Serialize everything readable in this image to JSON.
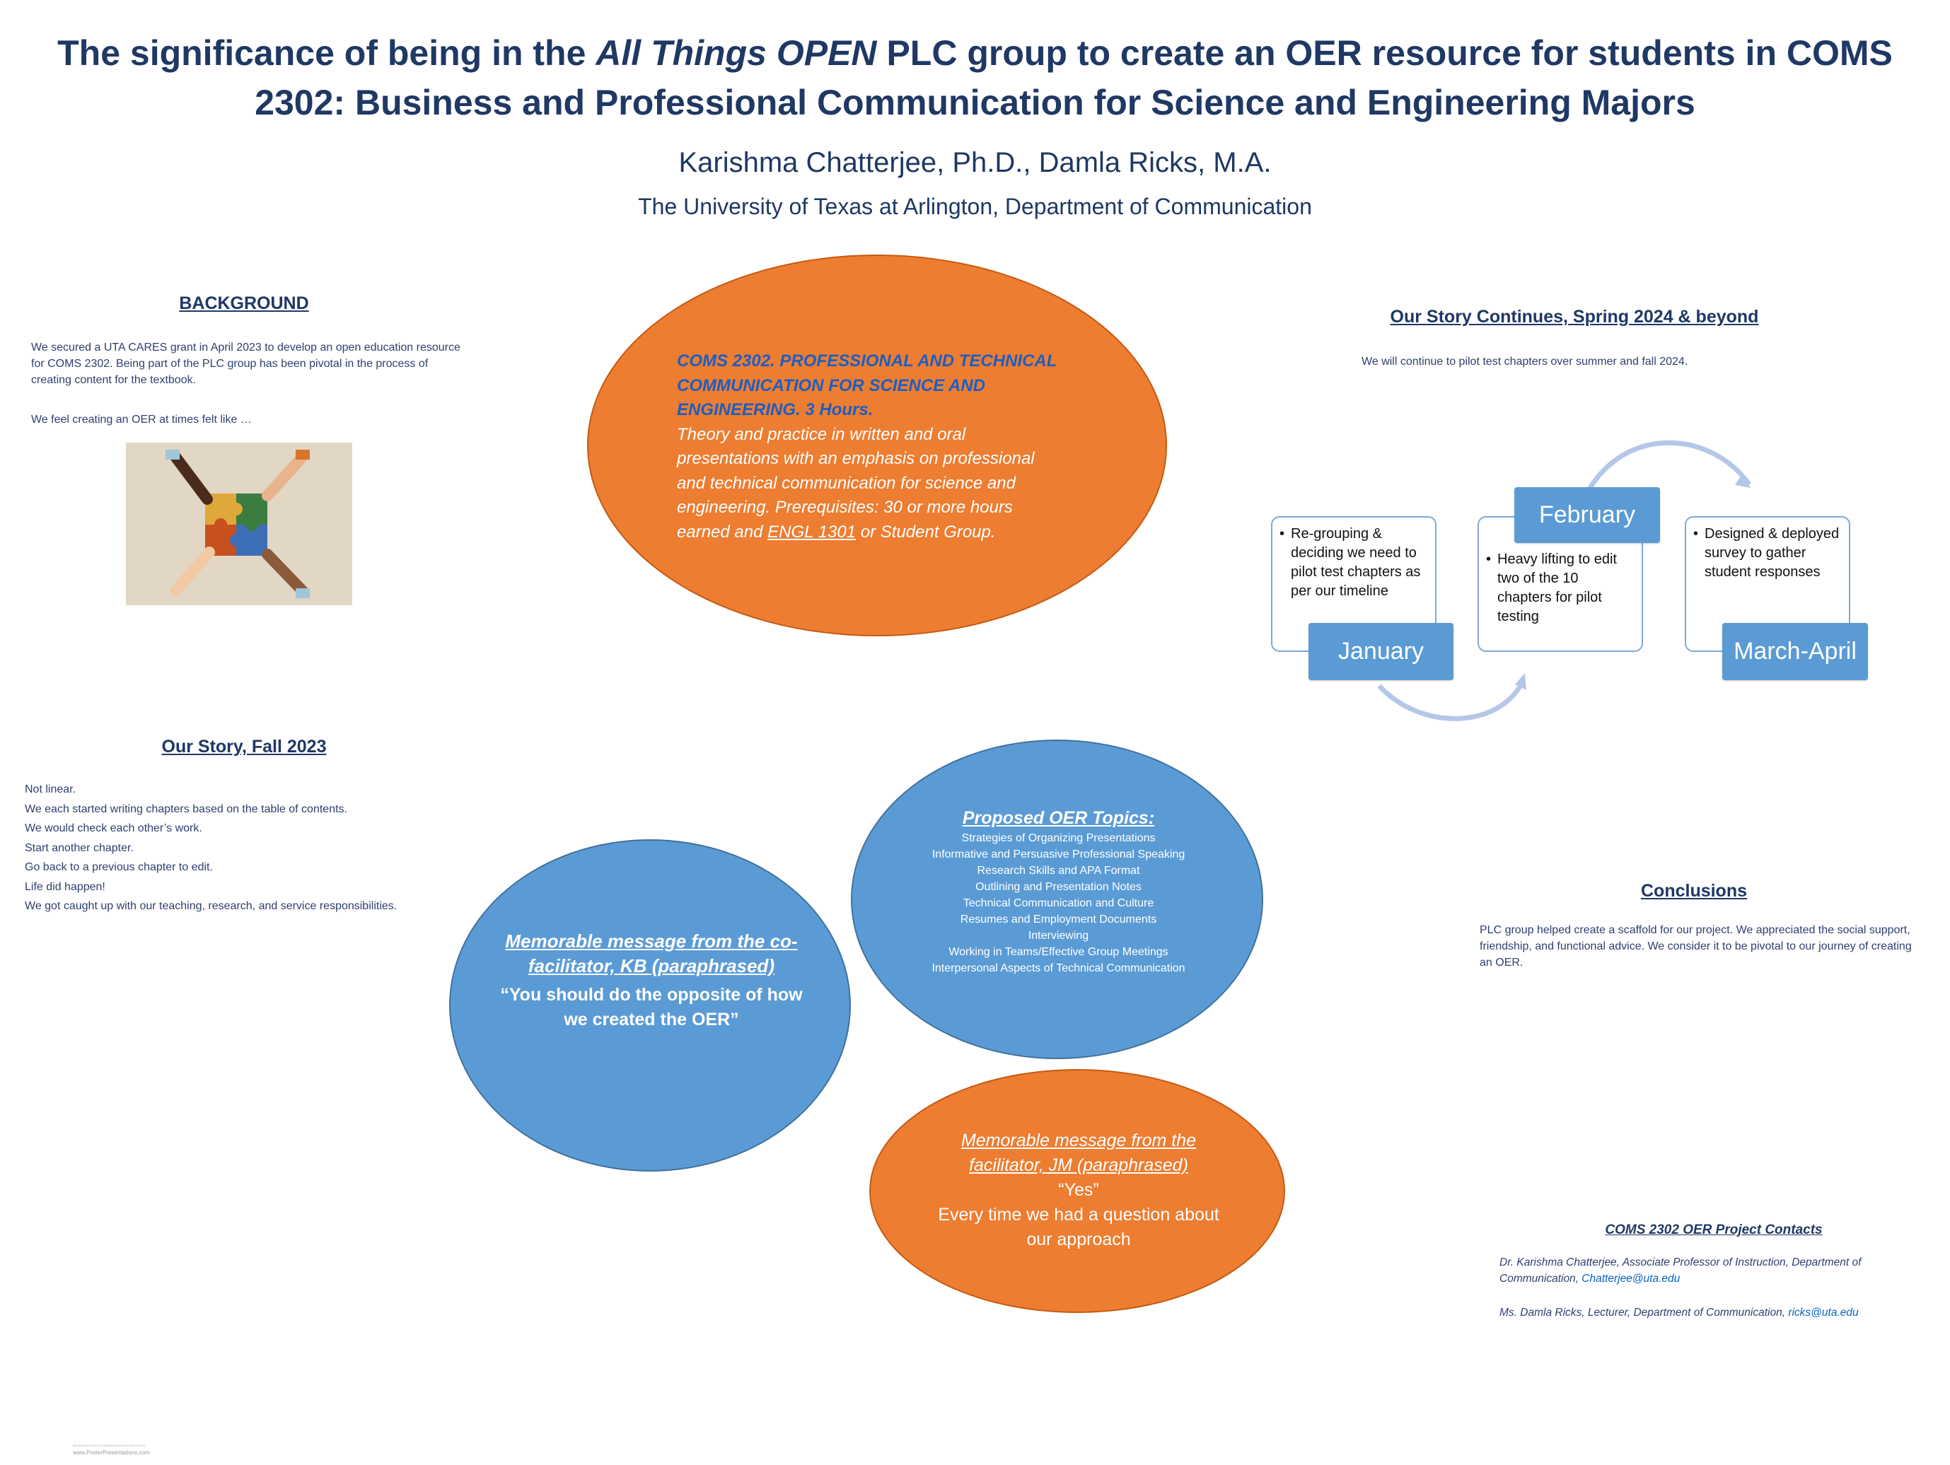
{
  "header": {
    "title_pre": "The significance  of being in the ",
    "title_italic": "All Things OPEN",
    "title_post": " PLC group to create an OER resource for students in COMS 2302: Business and Professional Communication for Science and Engineering Majors",
    "authors": "Karishma Chatterjee, Ph.D., Damla Ricks, M.A.",
    "affiliation": "The University of Texas at Arlington, Department of Communication"
  },
  "background": {
    "heading": "BACKGROUND",
    "paragraph": "We secured a UTA CARES grant in April 2023 to develop an open education resource for COMS 2302. Being part of the PLC group has been pivotal in the process of creating content for the textbook.",
    "feel": "We feel creating an OER at times felt like …",
    "image_icon": "puzzle-hands-image"
  },
  "course": {
    "heading_lines": [
      "COMS 2302. PROFESSIONAL AND TECHNICAL",
      "COMMUNICATION FOR SCIENCE AND",
      "ENGINEERING. 3 Hours."
    ],
    "desc_lines": [
      "Theory and practice in written and oral",
      "presentations with an emphasis on professional",
      "and technical communication for science and",
      "engineering. Prerequisites: 30 or more hours"
    ],
    "last_pre": "earned and ",
    "last_link": "ENGL 1301",
    "last_post": " or Student Group."
  },
  "spring": {
    "heading": "Our Story Continues, Spring 2024  & beyond",
    "text": "We will continue to pilot test chapters over summer and fall 2024.",
    "steps": [
      {
        "month": "January",
        "bullet": "Re-grouping & deciding we need to pilot test chapters as per our timeline"
      },
      {
        "month": "February",
        "bullet": "Heavy lifting to edit two of the 10 chapters for pilot testing"
      },
      {
        "month": "March-April",
        "bullet": "Designed & deployed survey to gather student responses"
      }
    ]
  },
  "fall": {
    "heading": "Our Story, Fall 2023",
    "lines": [
      "Not linear.",
      "We each started writing chapters based on the table of contents.",
      "We would check each other’s work.",
      "Start another chapter.",
      "Go back to a previous chapter to edit.",
      "Life did happen!",
      "We got caught up with our teaching, research, and service responsibilities."
    ]
  },
  "kb": {
    "heading": "Memorable message from the co-facilitator, KB (paraphrased)",
    "quote": "“You should do the opposite of how we created the OER”"
  },
  "topics": {
    "heading": "Proposed OER Topics:",
    "items": [
      "Strategies of Organizing Presentations",
      "Informative and Persuasive Professional Speaking",
      "Research Skills and APA Format",
      "Outlining and Presentation Notes",
      "Technical Communication and Culture",
      "Resumes and Employment Documents",
      "Interviewing",
      "Working in Teams/Effective Group Meetings",
      "Interpersonal Aspects of Technical Communication"
    ]
  },
  "jm": {
    "heading": "Memorable message from the facilitator, JM (paraphrased)",
    "quote": "“Yes”",
    "text": "Every time we had a question about our approach"
  },
  "conclusions": {
    "heading": "Conclusions",
    "text": "PLC group helped create a scaffold for our project. We appreciated the social support, friendship, and functional advice. We consider it to be pivotal to our journey of creating an OER."
  },
  "contacts": {
    "heading": "COMS 2302 OER Project Contacts",
    "c1_text": "Dr. Karishma Chatterjee, Associate Professor of Instruction, Department of Communication, ",
    "c1_email": "Chatterjee@uta.edu",
    "c2_text": "Ms. Damla Ricks, Lecturer, Department of Communication, ",
    "c2_email": "ricks@uta.edu"
  },
  "footer": {
    "small": "RESEARCH POSTER PRESENTATION DESIGN © 2019",
    "site": "www.PosterPresentations.com"
  },
  "colors": {
    "navy": "#1f3864",
    "orange": "#ed7d31",
    "blue": "#5b9bd5"
  }
}
